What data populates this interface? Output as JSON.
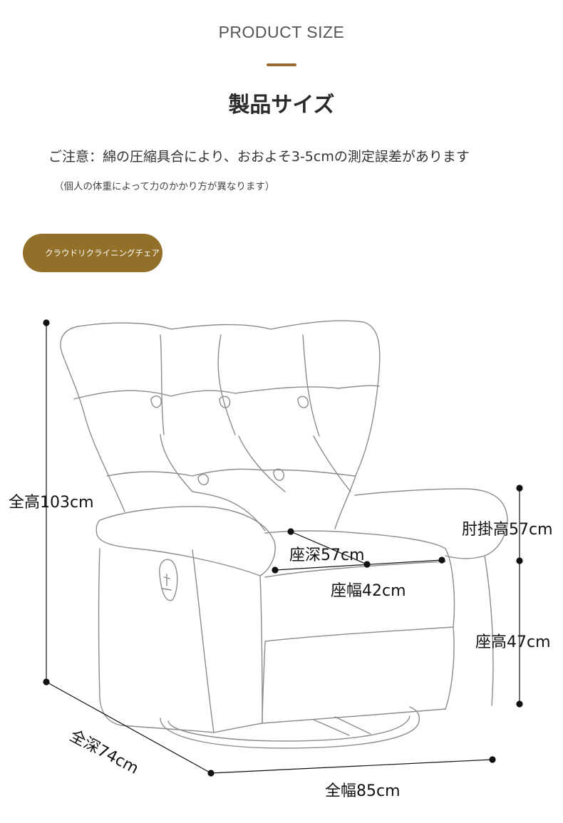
{
  "header": {
    "title_en": "PRODUCT SIZE",
    "title_jp": "製品サイズ",
    "accent_color": "#9a6a30"
  },
  "notice": {
    "main": "ご注意：綿の圧縮具合により、おおよそ3-5cmの測定誤差があります",
    "sub": "（個人の体重によって力のかかり方が異なります）"
  },
  "product": {
    "name": "クラウドリクライニングチェア",
    "pill_color": "#93702a"
  },
  "dimensions": {
    "total_height": "全高103cm",
    "armrest_height": "肘掛高57cm",
    "seat_depth": "座深57cm",
    "seat_width": "座幅42cm",
    "seat_height": "座高47cm",
    "total_depth": "全深74cm",
    "total_width": "全幅85cm"
  }
}
